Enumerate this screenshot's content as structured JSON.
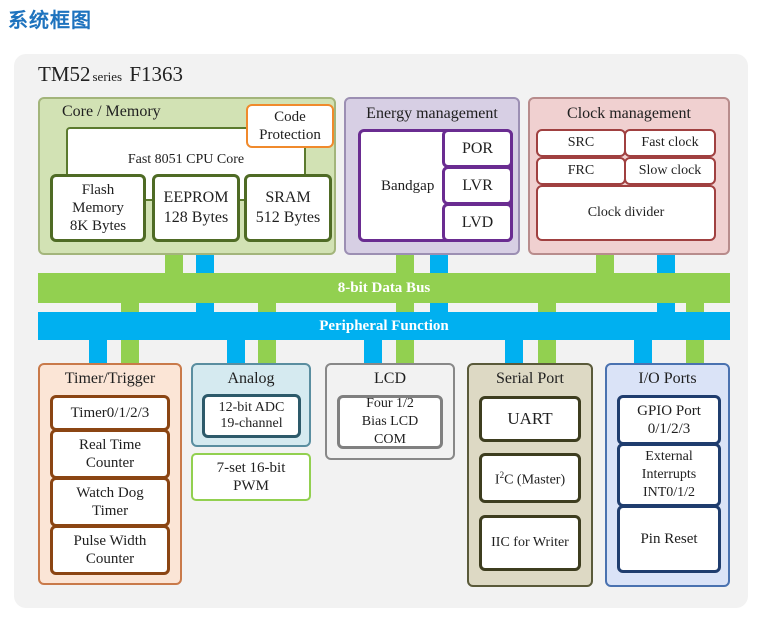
{
  "heading": "系统框图",
  "chip": {
    "prefix": "TM52",
    "series": "series",
    "model": "F1363"
  },
  "colors": {
    "heading": "#1e73be",
    "data_bus": "#92d050",
    "peripheral_bus": "#00b0f0",
    "core_memory_bg": "#d2e2b4",
    "energy_bg": "#d7cfe4",
    "clock_bg": "#f0d0d0"
  },
  "core_memory": {
    "title": "Core / Memory",
    "code_protection": "Code Protection",
    "cpu": "Fast 8051 CPU Core",
    "flash": "Flash Memory 8K Bytes",
    "eeprom": "EEPROM 128 Bytes",
    "sram": "SRAM 512 Bytes"
  },
  "energy": {
    "title": "Energy management",
    "bandgap": "Bandgap",
    "items": [
      "POR",
      "LVR",
      "LVD"
    ]
  },
  "clock": {
    "title": "Clock management",
    "src": "SRC",
    "fast_clock": "Fast clock",
    "frc": "FRC",
    "slow_clock": "Slow clock",
    "divider": "Clock divider"
  },
  "buses": {
    "data_bus": "8-bit Data Bus",
    "peripheral": "Peripheral Function"
  },
  "timer": {
    "title": "Timer/Trigger",
    "items": [
      "Timer0/1/2/3",
      "Real Time Counter",
      "Watch Dog Timer",
      "Pulse Width Counter"
    ]
  },
  "analog": {
    "title": "Analog",
    "adc": "12-bit ADC 19-channel",
    "pwm": "7-set 16-bit PWM"
  },
  "lcd": {
    "title": "LCD",
    "com": "Four 1/2 Bias LCD COM"
  },
  "serial": {
    "title": "Serial Port",
    "uart": "UART",
    "i2c_base": "I",
    "i2c_sup": "2",
    "i2c_rest": "C (Master)",
    "iic_writer": "IIC for Writer"
  },
  "io": {
    "title": "I/O Ports",
    "gpio": "GPIO Port 0/1/2/3",
    "ext_int": "External Interrupts INT0/1/2",
    "pin_reset": "Pin Reset"
  }
}
